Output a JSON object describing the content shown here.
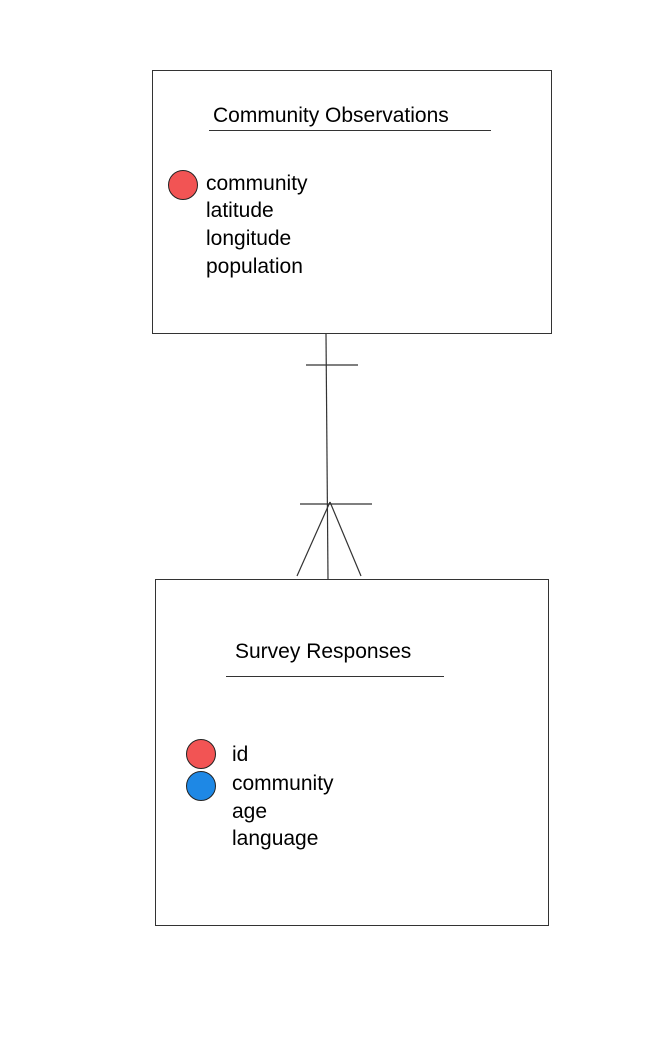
{
  "colors": {
    "primary_key": "#f25454",
    "foreign_key": "#1e88e5",
    "line": "#333333"
  },
  "entities": [
    {
      "title": "Community Observations",
      "fields": [
        {
          "name": "community",
          "key": "primary"
        },
        {
          "name": "latitude",
          "key": ""
        },
        {
          "name": "longitude",
          "key": ""
        },
        {
          "name": "population",
          "key": ""
        }
      ]
    },
    {
      "title": "Survey Responses",
      "fields": [
        {
          "name": "id",
          "key": "primary"
        },
        {
          "name": "community",
          "key": "foreign"
        },
        {
          "name": "age",
          "key": ""
        },
        {
          "name": "language",
          "key": ""
        }
      ]
    }
  ],
  "relationship": {
    "from_cardinality": "one",
    "to_cardinality": "one-or-many"
  }
}
